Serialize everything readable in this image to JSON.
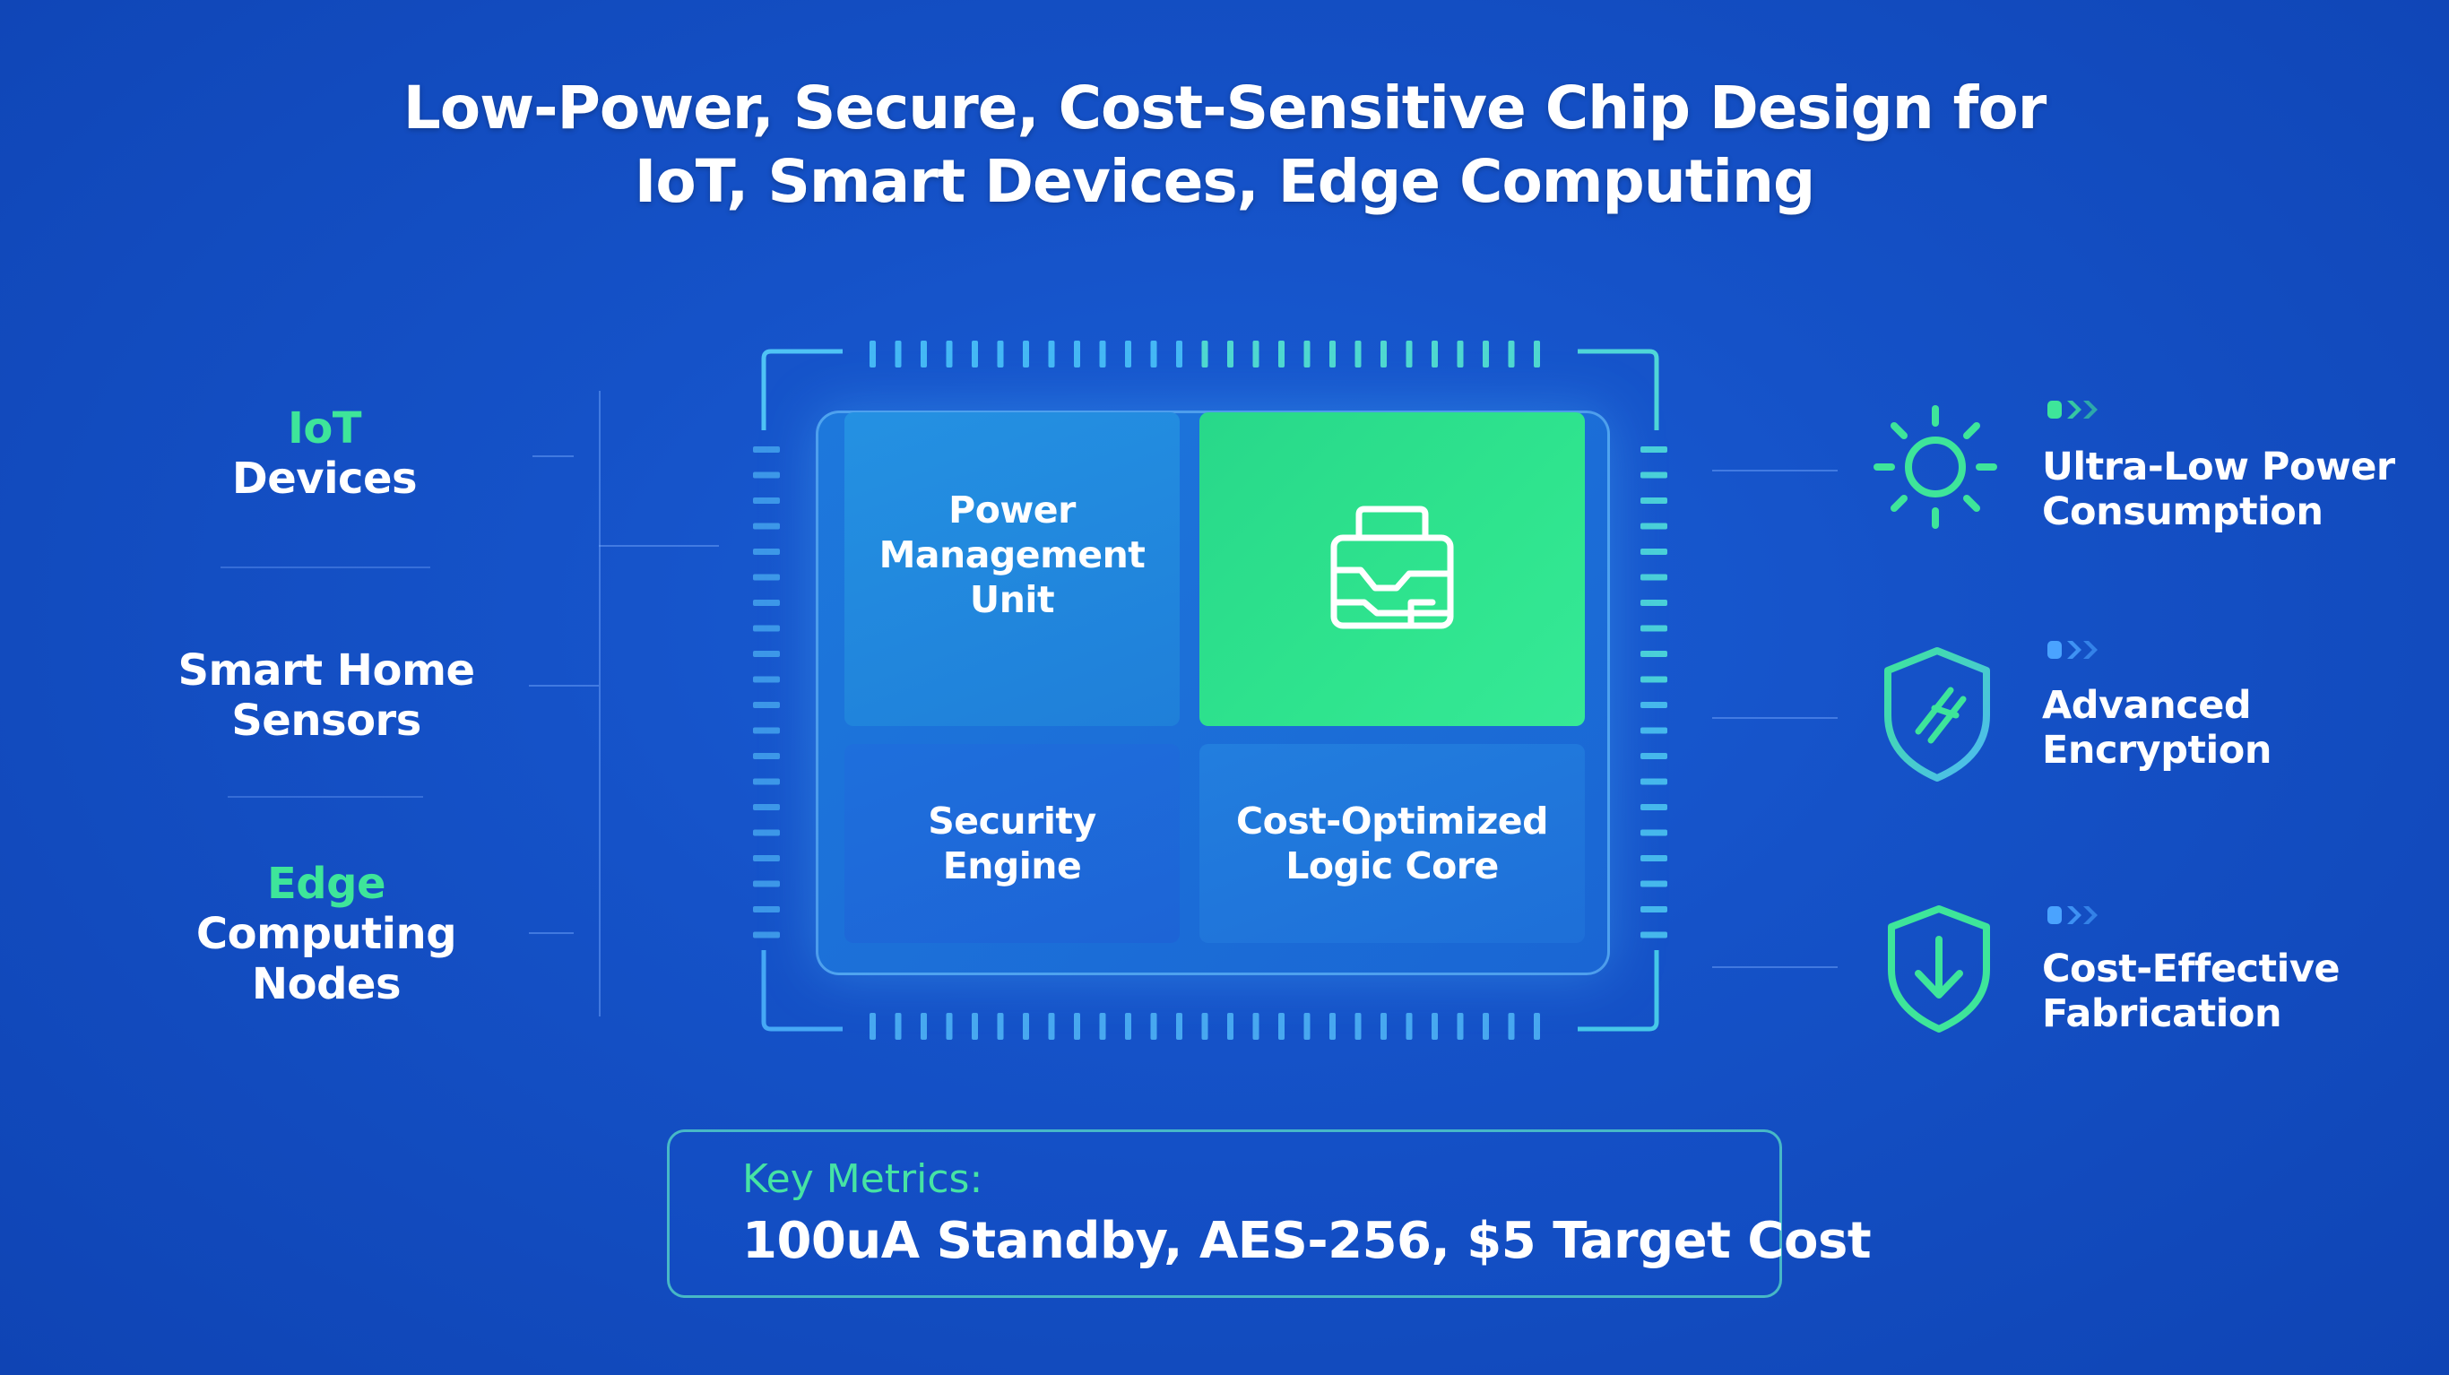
{
  "title": {
    "line1": "Low-Power, Secure, Cost-Sensitive Chip Design for",
    "line2": "IoT, Smart Devices, Edge Computing"
  },
  "applications": [
    {
      "accent": "IoT",
      "rest": "Devices"
    },
    {
      "accent": "",
      "rest1": "Smart Home",
      "rest2": "Sensors"
    },
    {
      "accent": "Edge",
      "rest1": "Computing",
      "rest2": "Nodes"
    }
  ],
  "chip": {
    "pmu": {
      "line1": "Power",
      "line2": "Management",
      "line3": "Unit"
    },
    "security": {
      "line1": "Security",
      "line2": "Engine"
    },
    "logic": {
      "line1": "Cost-Optimized",
      "line2": "Logic Core"
    },
    "green_block_icon": "circuit-module-icon"
  },
  "features": [
    {
      "line1": "Ultra-Low Power",
      "line2": "Consumption",
      "icon": "sun-icon"
    },
    {
      "line1": "Advanced",
      "line2": "Encryption",
      "icon": "shield-icon"
    },
    {
      "line1": "Cost-Effective",
      "line2": "Fabrication",
      "icon": "shield-down-arrow-icon"
    }
  ],
  "metrics": {
    "label": "Key Metrics:",
    "value": "100uA Standby, AES-256, $5 Target Cost"
  },
  "colors": {
    "background": "#1552c8",
    "accent_green": "#3ee59a",
    "chip_green": "#2fe48e",
    "cyan": "#4fd3f5"
  }
}
